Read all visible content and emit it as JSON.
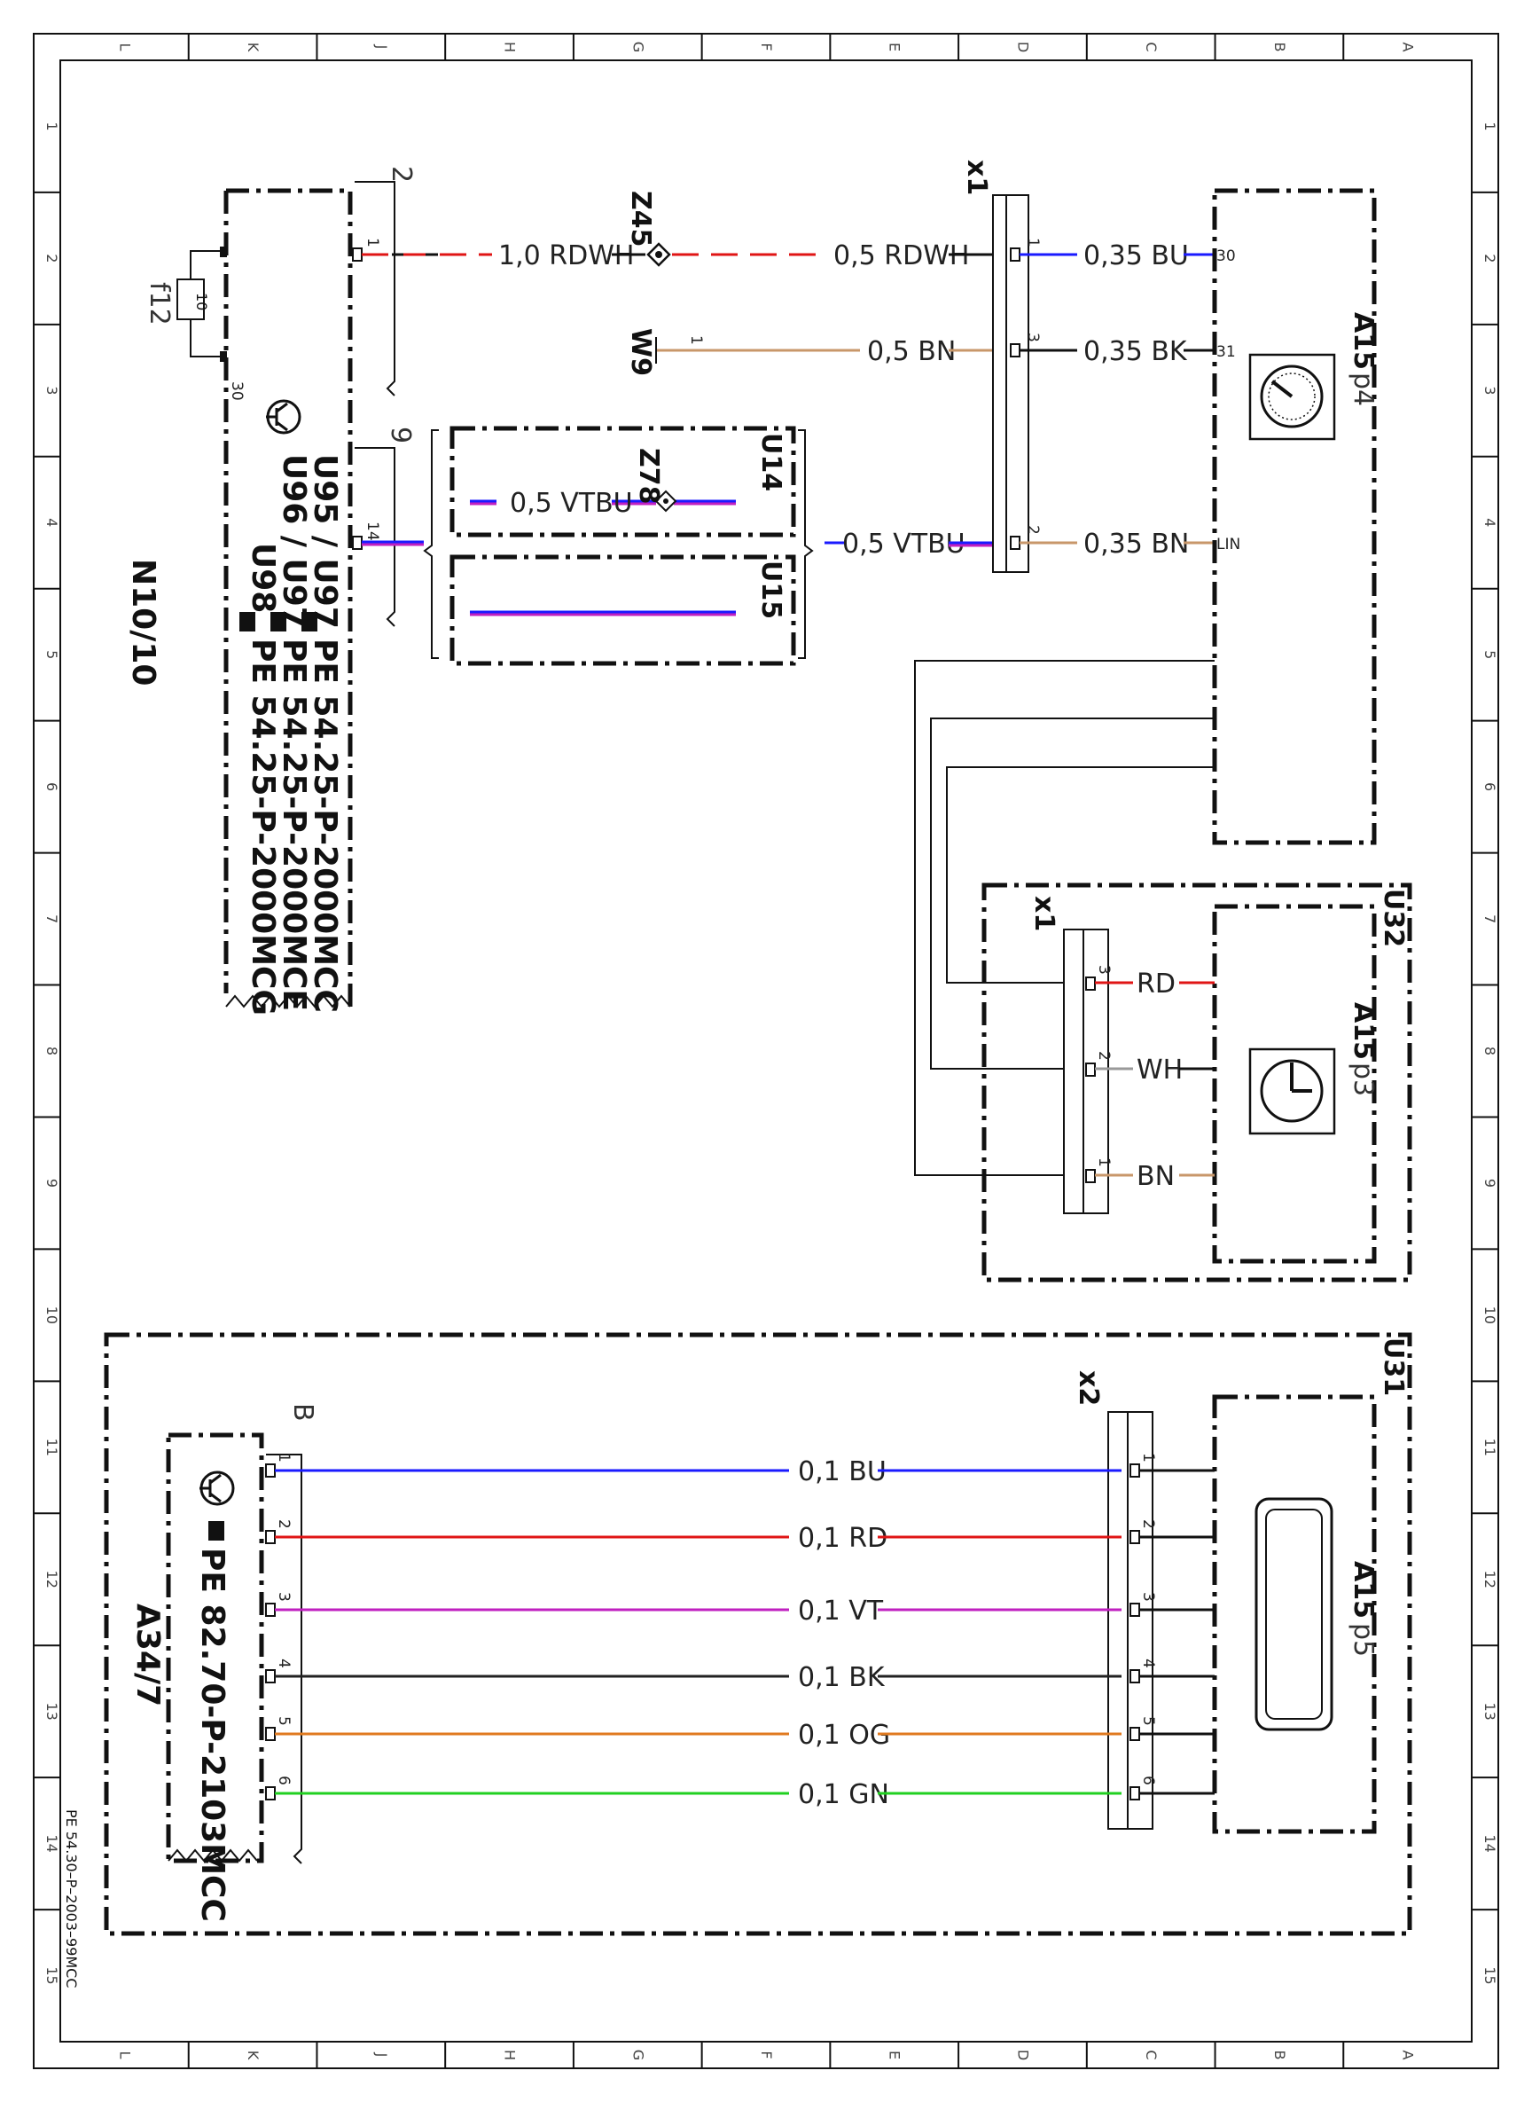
{
  "grid": {
    "letters": [
      "L",
      "K",
      "J",
      "H",
      "G",
      "F",
      "E",
      "D",
      "C",
      "B",
      "A"
    ],
    "numbers": [
      "1",
      "2",
      "3",
      "4",
      "5",
      "6",
      "7",
      "8",
      "9",
      "10",
      "11",
      "12",
      "13",
      "14",
      "15"
    ]
  },
  "doc_ref": "PE 54.30–P–2003–99MCC",
  "colors": {
    "BU": "#1a1aff",
    "RD": "#e01515",
    "VT": "#c020c0",
    "BK": "#222222",
    "OG": "#e07a20",
    "GN": "#20d020",
    "BN": "#c8976a",
    "WH": "#999999"
  },
  "modules": {
    "n10": {
      "name": "N10/10",
      "variants": [
        "U95 / U97",
        "U96 / U97",
        "U98"
      ],
      "refs": [
        "PE 54.25-P-2000MCC",
        "PE 54.25-P-2000MCE",
        "PE 54.25-P-2000MCG"
      ],
      "fuse_label": "f12",
      "fuse_value": "10",
      "pin_30": "30",
      "pin_1": "1",
      "pin_14": "14",
      "conn_2": "2",
      "conn_9": "9"
    },
    "a15_p4": {
      "name": "A15",
      "page": "p4",
      "pin30": "30",
      "pin31": "31",
      "pinlin": "LIN"
    },
    "a15_p3": {
      "name": "A15",
      "page": "p3",
      "frame": "U32"
    },
    "a15_p5": {
      "name": "A15",
      "page": "p5",
      "frame": "U31"
    },
    "a34": {
      "name": "A34/7",
      "ref": "PE 82.70-P-2103MCC",
      "conn": "B"
    },
    "x1_top": {
      "name": "x1",
      "pins": [
        "1",
        "3",
        "2"
      ]
    },
    "x1_mid": {
      "name": "x1",
      "pins": [
        "3",
        "2",
        "1"
      ]
    },
    "x2": {
      "name": "x2",
      "pins": [
        "1",
        "2",
        "3",
        "4",
        "5",
        "6"
      ]
    },
    "u14": "U14",
    "u15": "U15",
    "z45": "Z45",
    "z78": "Z78",
    "w9": "W9",
    "w9_pin": "1"
  },
  "wires": {
    "top": [
      {
        "id": "rdwh_left",
        "label": "1,0 RDWH"
      },
      {
        "id": "rdwh_right",
        "label": "0,5 RDWH"
      },
      {
        "id": "bn_w9",
        "label": "0,5 BN"
      },
      {
        "id": "vtbu_left",
        "label": "0,5 VTBU"
      },
      {
        "id": "vtbu_right",
        "label": "0,5 VTBU"
      },
      {
        "id": "bu_a15",
        "label": "0,35 BU"
      },
      {
        "id": "bk_a15",
        "label": "0,35 BK"
      },
      {
        "id": "bn_a15",
        "label": "0,35 BN"
      }
    ],
    "mid": [
      {
        "id": "rd",
        "label": "RD"
      },
      {
        "id": "wh",
        "label": "WH"
      },
      {
        "id": "bn",
        "label": "BN"
      }
    ],
    "bottom": [
      {
        "id": "b1",
        "label": "0,1 BU",
        "color": "BU"
      },
      {
        "id": "b2",
        "label": "0,1 RD",
        "color": "RD"
      },
      {
        "id": "b3",
        "label": "0,1 VT",
        "color": "VT"
      },
      {
        "id": "b4",
        "label": "0,1 BK",
        "color": "BK"
      },
      {
        "id": "b5",
        "label": "0,1 OG",
        "color": "OG"
      },
      {
        "id": "b6",
        "label": "0,1 GN",
        "color": "GN"
      }
    ]
  }
}
